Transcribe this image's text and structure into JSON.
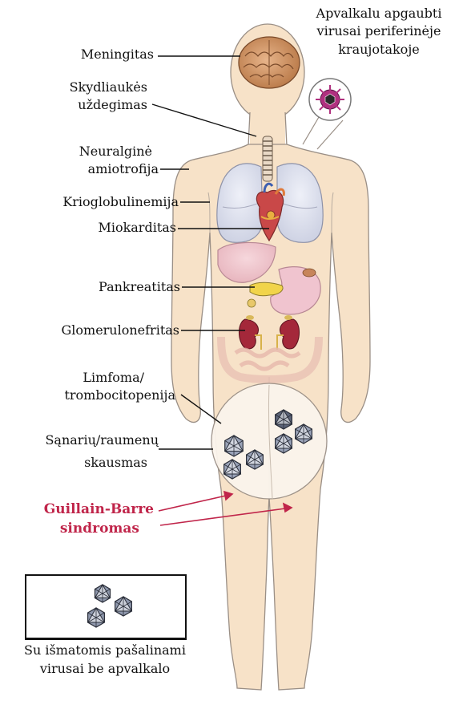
{
  "labels": {
    "meningitis": "Meningitas",
    "thyroiditis_1": "Skydliaukės",
    "thyroiditis_2": "uždegimas",
    "neuralgic_1": "Neuralginė",
    "neuralgic_2": "amiotrofija",
    "cryoglob": "Krioglobulinemija",
    "myocarditis": "Miokarditas",
    "pancreatitis": "Pankreatitas",
    "glomerulo": "Glomerulonefritas",
    "lymphoma_1": "Limfoma/",
    "lymphoma_2": "trombocitopenija",
    "joint_1": "Sąnarių/raumenų",
    "joint_2": "skausmas",
    "gbs_1": "Guillain-Barre",
    "gbs_2": "sindromas",
    "enveloped_1": "Apvalkalu apgaubti",
    "enveloped_2": "virusai periferinėje",
    "enveloped_3": "kraujotakoje",
    "naked_1": "Su išmatomis pašalinami",
    "naked_2": "virusai be apvalkalo"
  },
  "colors": {
    "skin": "#f7e2c8",
    "skin_outline": "#9a8f86",
    "gbs_red": "#c0254a",
    "virus": "#9aa3b8",
    "line": "#111111"
  },
  "icons": [
    "brain-icon",
    "trachea-icon",
    "lungs-icon",
    "heart-icon",
    "liver-icon",
    "stomach-icon",
    "pancreas-icon",
    "kidney-icon",
    "intestine-icon",
    "enveloped-virus-icon",
    "naked-virus-icon"
  ]
}
